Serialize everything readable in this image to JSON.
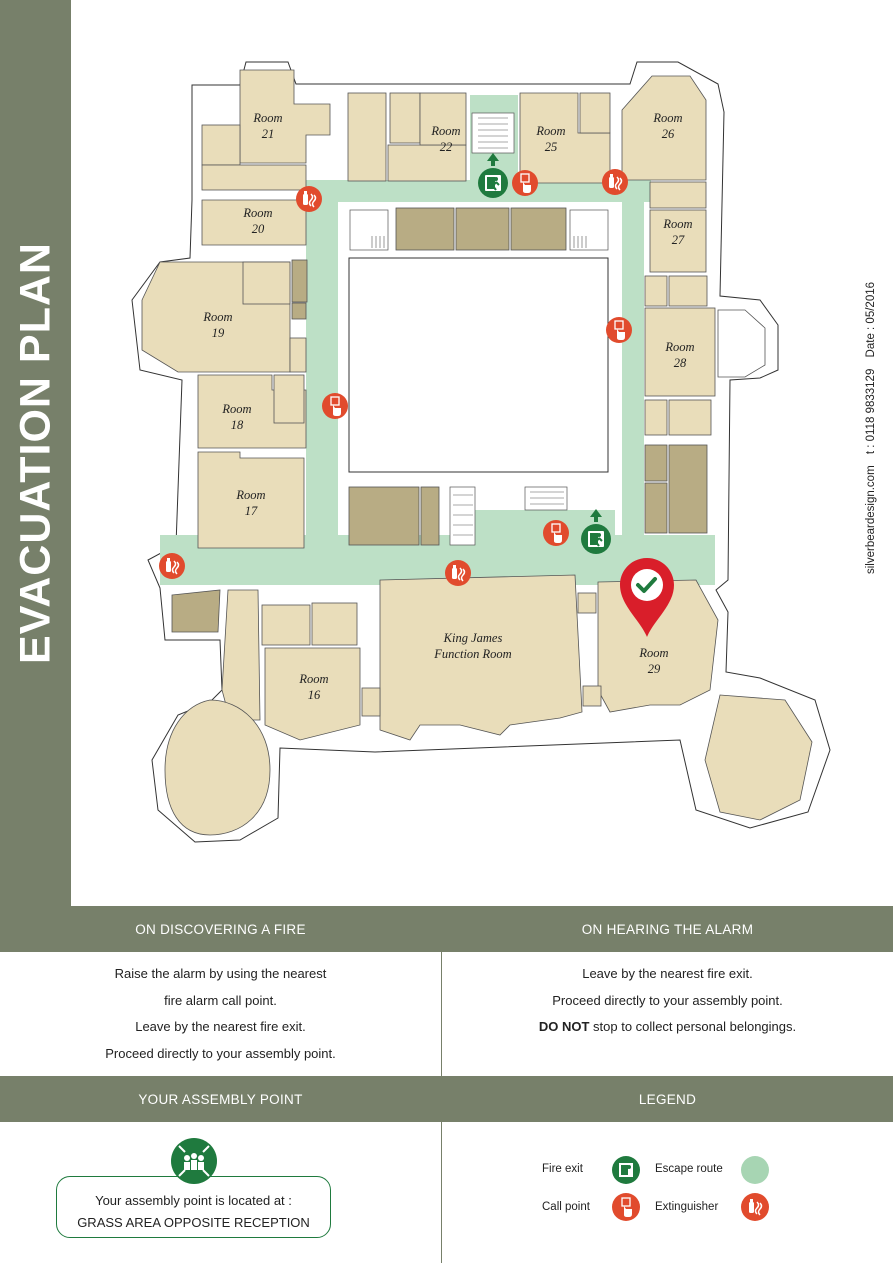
{
  "title": "EVACUATION PLAN",
  "contact": {
    "website": "silverbeardesign.com",
    "phone": "t : 0118 9833129",
    "date": "Date : 05/2016"
  },
  "colors": {
    "panel": "#77806a",
    "escape_route": "#bde0c6",
    "room": "#e9ddba",
    "room_dark": "#b8ac84",
    "fire_red": "#e14b2d",
    "exit_green": "#1f7a3e",
    "marker_red": "#d91e2a"
  },
  "rooms": {
    "r21": [
      "Room",
      "21"
    ],
    "r22": [
      "Room",
      "22"
    ],
    "r25": [
      "Room",
      "25"
    ],
    "r26": [
      "Room",
      "26"
    ],
    "r20": [
      "Room",
      "20"
    ],
    "r27": [
      "Room",
      "27"
    ],
    "r19": [
      "Room",
      "19"
    ],
    "r28": [
      "Room",
      "28"
    ],
    "r18": [
      "Room",
      "18"
    ],
    "r17": [
      "Room",
      "17"
    ],
    "r16": [
      "Room",
      "16"
    ],
    "r29": [
      "Room",
      "29"
    ],
    "kj": [
      "King James",
      "Function Room"
    ]
  },
  "panels": {
    "discovering": {
      "heading": "ON DISCOVERING A FIRE",
      "lines": [
        "Raise the alarm by using the nearest",
        "fire alarm call point.",
        "Leave by the nearest fire exit.",
        "Proceed directly to your assembly point."
      ]
    },
    "alarm": {
      "heading": "ON HEARING THE ALARM",
      "lines": [
        "Leave by the nearest fire exit.",
        "Proceed directly to your assembly point."
      ],
      "bold_prefix": "DO NOT",
      "last_line_rest": " stop to collect personal belongings."
    },
    "assembly": {
      "heading": "YOUR ASSEMBLY POINT",
      "intro": "Your assembly point is located at :",
      "location": "GRASS AREA OPPOSITE RECEPTION",
      "icon": "assembly-point-icon"
    },
    "legend": {
      "heading": "LEGEND",
      "fire_exit": "Fire exit",
      "escape_route": "Escape route",
      "call_point": "Call point",
      "extinguisher": "Extinguisher"
    }
  }
}
